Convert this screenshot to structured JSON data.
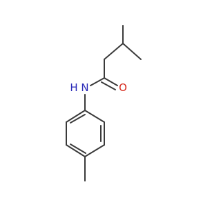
{
  "molecule": {
    "atoms": {
      "nitrogen": {
        "symbol": "N",
        "hydrogen": "H"
      },
      "oxygen": {
        "symbol": "O"
      }
    },
    "colors": {
      "bond": "#3a3a3a",
      "nitrogen": "#2a2ab8",
      "oxygen": "#d62a1e",
      "background": "#ffffff"
    }
  }
}
